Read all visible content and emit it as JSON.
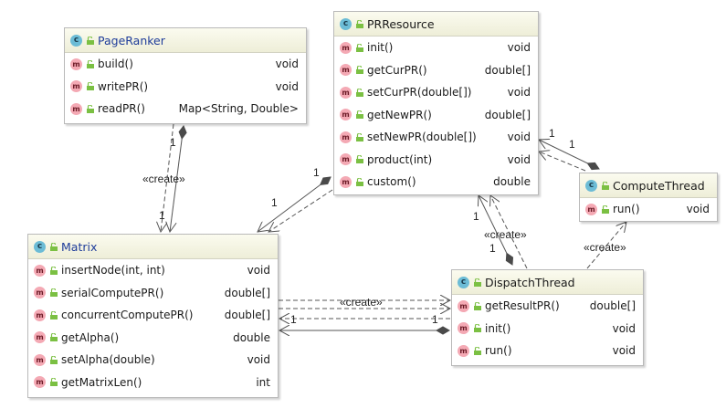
{
  "diagram": {
    "type": "uml-class-diagram",
    "classes": {
      "pageranker": {
        "name": "PageRanker",
        "methods": [
          {
            "sig": "build()",
            "ret": "void"
          },
          {
            "sig": "writePR()",
            "ret": "void"
          },
          {
            "sig": "readPR()",
            "ret": "Map<String, Double>"
          }
        ]
      },
      "prresource": {
        "name": "PRResource",
        "methods": [
          {
            "sig": "init()",
            "ret": "void"
          },
          {
            "sig": "getCurPR()",
            "ret": "double[]"
          },
          {
            "sig": "setCurPR(double[])",
            "ret": "void"
          },
          {
            "sig": "getNewPR()",
            "ret": "double[]"
          },
          {
            "sig": "setNewPR(double[])",
            "ret": "void"
          },
          {
            "sig": "product(int)",
            "ret": "void"
          },
          {
            "sig": "custom()",
            "ret": "double"
          }
        ]
      },
      "matrix": {
        "name": "Matrix",
        "methods": [
          {
            "sig": "insertNode(int, int)",
            "ret": "void"
          },
          {
            "sig": "serialComputePR()",
            "ret": "double[]"
          },
          {
            "sig": "concurrentComputePR()",
            "ret": "double[]"
          },
          {
            "sig": "getAlpha()",
            "ret": "double"
          },
          {
            "sig": "setAlpha(double)",
            "ret": "void"
          },
          {
            "sig": "getMatrixLen()",
            "ret": "int"
          }
        ]
      },
      "dispatchthread": {
        "name": "DispatchThread",
        "methods": [
          {
            "sig": "getResultPR()",
            "ret": "double[]"
          },
          {
            "sig": "init()",
            "ret": "void"
          },
          {
            "sig": "run()",
            "ret": "void"
          }
        ]
      },
      "computethread": {
        "name": "ComputeThread",
        "methods": [
          {
            "sig": "run()",
            "ret": "void"
          }
        ]
      }
    },
    "icons": {
      "class": "c",
      "method": "m"
    },
    "labels": {
      "create": "«create»",
      "one": "1"
    },
    "colors": {
      "class_icon": "#6cbcd6",
      "method_icon": "#f4a9b4",
      "header_bg": "#f1f1dc",
      "line": "#555555"
    }
  }
}
